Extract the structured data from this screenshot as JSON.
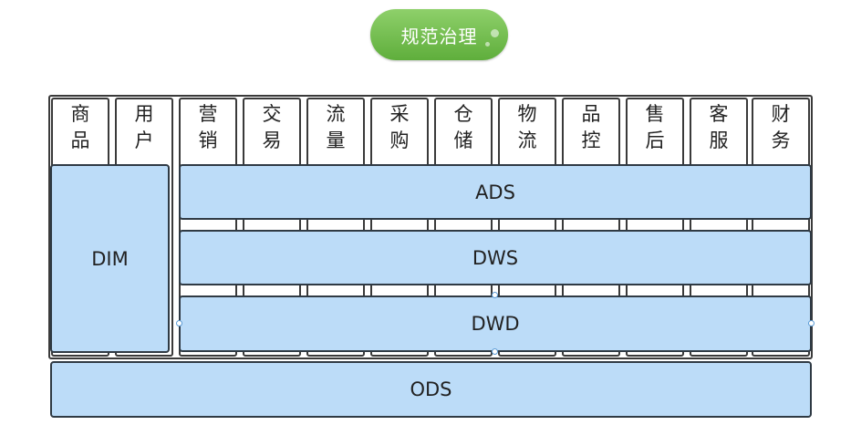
{
  "header": {
    "title": "规范治理"
  },
  "domains": [
    {
      "key": "product",
      "line1": "商",
      "line2": "品"
    },
    {
      "key": "user",
      "line1": "用",
      "line2": "户"
    },
    {
      "key": "marketing",
      "line1": "营",
      "line2": "销"
    },
    {
      "key": "trade",
      "line1": "交",
      "line2": "易"
    },
    {
      "key": "traffic",
      "line1": "流",
      "line2": "量"
    },
    {
      "key": "purchase",
      "line1": "采",
      "line2": "购"
    },
    {
      "key": "warehouse",
      "line1": "仓",
      "line2": "储"
    },
    {
      "key": "logistics",
      "line1": "物",
      "line2": "流"
    },
    {
      "key": "quality",
      "line1": "品",
      "line2": "控"
    },
    {
      "key": "after-sales",
      "line1": "售",
      "line2": "后"
    },
    {
      "key": "customer-service",
      "line1": "客",
      "line2": "服"
    },
    {
      "key": "finance",
      "line1": "财",
      "line2": "务"
    }
  ],
  "layers": {
    "ads": "ADS",
    "dws": "DWS",
    "dwd": "DWD",
    "dim": "DIM",
    "ods": "ODS"
  },
  "colors": {
    "pill": "#6bbd47",
    "layer_fill": "#bcdcf8",
    "border": "#3a3a3a"
  }
}
